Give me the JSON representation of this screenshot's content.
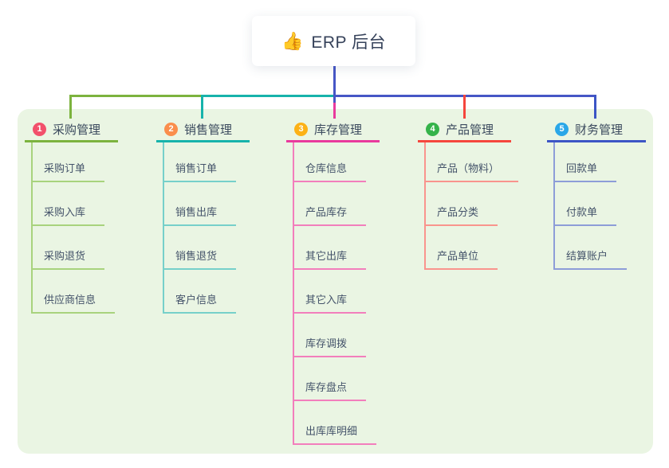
{
  "root": {
    "icon": "👍",
    "title": "ERP 后台"
  },
  "colors": {
    "page_bg": "#ffffff",
    "panel_bg": "#eaf5e3",
    "root_line": "#4656c6",
    "root_text": "#36425a",
    "label_text": "#3b4a5e",
    "item_text": "#44536a"
  },
  "branches": [
    {
      "num": "1",
      "label": "采购管理",
      "badge_color": "#f2506b",
      "line_color": "#7cb33e",
      "light_color": "#a8d37d",
      "items": [
        "采购订单",
        "采购入库",
        "采购退货",
        "供应商信息"
      ]
    },
    {
      "num": "2",
      "label": "销售管理",
      "badge_color": "#fa8e4c",
      "line_color": "#17b3ab",
      "light_color": "#76d0ca",
      "items": [
        "销售订单",
        "销售出库",
        "销售退货",
        "客户信息"
      ]
    },
    {
      "num": "3",
      "label": "库存管理",
      "badge_color": "#fcb116",
      "line_color": "#e93a9d",
      "light_color": "#f27ebc",
      "items": [
        "仓库信息",
        "产品库存",
        "其它出库",
        "其它入库",
        "库存调拨",
        "库存盘点",
        "出库库明细"
      ]
    },
    {
      "num": "4",
      "label": "产品管理",
      "badge_color": "#35b34a",
      "line_color": "#f5463d",
      "light_color": "#f9948d",
      "items": [
        "产品（物料）",
        "产品分类",
        "产品单位"
      ]
    },
    {
      "num": "5",
      "label": "财务管理",
      "badge_color": "#2aa7e8",
      "line_color": "#3c55c5",
      "light_color": "#8d9dd8",
      "items": [
        "回款单",
        "付款单",
        "结算账户"
      ]
    }
  ]
}
